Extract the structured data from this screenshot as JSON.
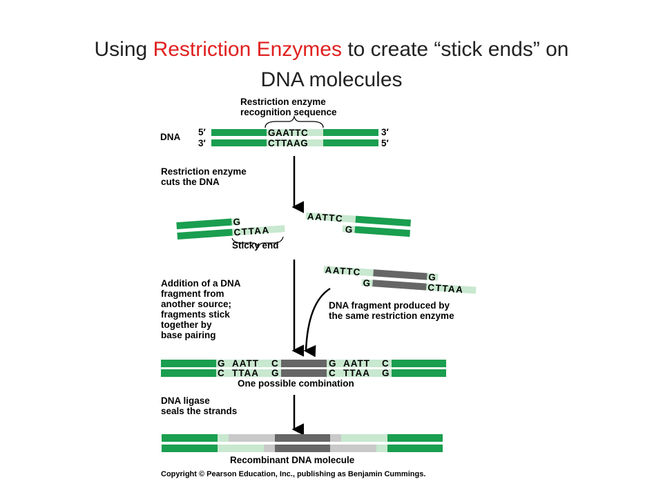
{
  "title": {
    "part1": "Using ",
    "highlight": "Restriction Enzymes",
    "part2": " to create “stick ends” on",
    "line2": "DNA molecules"
  },
  "colors": {
    "strand_green": "#1a9e4f",
    "pale_green": "#c8e8cf",
    "light_gray": "#c9c9c9",
    "dark_gray": "#666666",
    "title_highlight": "#e02020"
  },
  "diagram": {
    "recognition_label_1": "Restriction enzyme",
    "recognition_label_2": "recognition sequence",
    "dna_label": "DNA",
    "top_5prime": "5′",
    "top_3prime": "3′",
    "bottom_3prime": "3′",
    "bottom_5prime": "5′",
    "top_site": "GAATTC",
    "bottom_site": "CTTAAG",
    "step1_line1": "Restriction enzyme",
    "step1_line2": "cuts the DNA",
    "left_frag_top": "G",
    "left_frag_bottom": "CTTAA",
    "right_frag_top": "AATTC",
    "right_frag_bottom": "G",
    "sticky_end_label": "Sticky end",
    "step2_line1": "Addition of a DNA",
    "step2_line2": "fragment from",
    "step2_line3": "another source;",
    "step2_line4": "fragments stick",
    "step2_line5": "together by",
    "step2_line6": "base pairing",
    "foreign_top_left": "AATTC",
    "foreign_top_right": "G",
    "foreign_bottom_left": "G",
    "foreign_bottom_right": "CTTAA",
    "foreign_label_1": "DNA fragment produced by",
    "foreign_label_2": "the same restriction enzyme",
    "combo_top_g1": "G",
    "combo_top_aatt1": "AATT",
    "combo_top_c1": "C",
    "combo_top_g2": "G",
    "combo_top_aatt2": "AATT",
    "combo_top_c2": "C",
    "combo_bot_c1": "C",
    "combo_bot_ttaa1": "TTAA",
    "combo_bot_g1": "G",
    "combo_bot_c2": "C",
    "combo_bot_ttaa2": "TTAA",
    "combo_bot_g2": "G",
    "combination_label": "One possible combination",
    "step3_line1": "DNA ligase",
    "step3_line2": "seals the strands",
    "recombinant_label": "Recombinant DNA molecule",
    "copyright": "Copyright © Pearson Education, Inc., publishing as Benjamin Cummings."
  }
}
